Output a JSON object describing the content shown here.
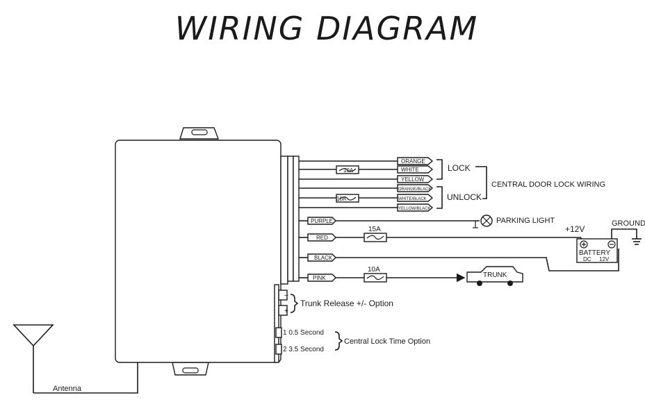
{
  "title": "WIRING DIAGRAM",
  "wire_tags": {
    "orange": "ORANGE",
    "white": "WHITE",
    "yellow": "YELLOW",
    "orange_black": "ORANGE/BLACK",
    "white_black": "WHITE/BLACK",
    "yellow_black": "YELLOW/BLACK",
    "purple": "PURPLE",
    "red": "RED",
    "black": "BLACK",
    "pink": "PINK"
  },
  "fuses": {
    "lock": "10A",
    "unlock": "10A",
    "red": "15A",
    "pink": "10A"
  },
  "labels": {
    "lock": "LOCK",
    "unlock": "UNLOCK",
    "central_door_lock_wiring": "CENTRAL DOOR LOCK WIRING",
    "parking_light": "PARKING LIGHT",
    "plus12v": "+12V",
    "ground": "GROUND",
    "battery": "BATTERY",
    "dc": "DC",
    "v12": "12V",
    "trunk": "TRUNK",
    "trunk_minus": "–",
    "trunk_plus": "+",
    "trunk_release": "Trunk Release +/- Option",
    "opt1": "1 0.5 Second",
    "opt2": "2  3.5 Second",
    "central_lock_time": "Central Lock Time Option",
    "antenna": "Antenna"
  }
}
